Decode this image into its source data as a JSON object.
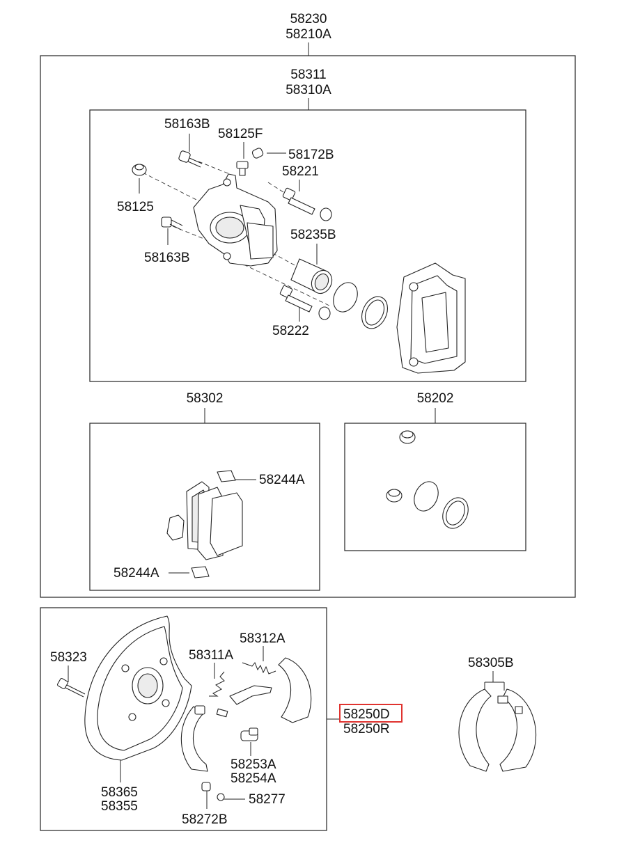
{
  "top_assembly": {
    "line1": "58230",
    "line2": "58210A"
  },
  "caliper_assembly": {
    "line1": "58311",
    "line2": "58310A"
  },
  "caliper_parts": {
    "bolt_top": "58163B",
    "bleeder_screw": "58125F",
    "bleeder_cap": "58172B",
    "guide_pin_upper": "58221",
    "cap_58125": "58125",
    "bolt_bottom": "58163B",
    "piston_seal_kit": "58235B",
    "guide_pin_lower": "58222"
  },
  "pad_kit": {
    "label": "58302",
    "shim_top": "58244A",
    "shim_bottom": "58244A"
  },
  "seal_kit": {
    "label": "58202"
  },
  "parking_brake": {
    "backing_plate_bolt": "58323",
    "spring_a": "58312A",
    "spring_b": "58311A",
    "backing_plate_1": "58365",
    "backing_plate_2": "58355",
    "hold_down_1": "58253A",
    "hold_down_2": "58254A",
    "nut": "58277",
    "pin": "58272B",
    "shoe_kit_d": "58250D",
    "shoe_kit_r": "58250R",
    "shoe_set": "58305B"
  },
  "highlight": {
    "part": "58250D",
    "color": "#e0332f"
  }
}
